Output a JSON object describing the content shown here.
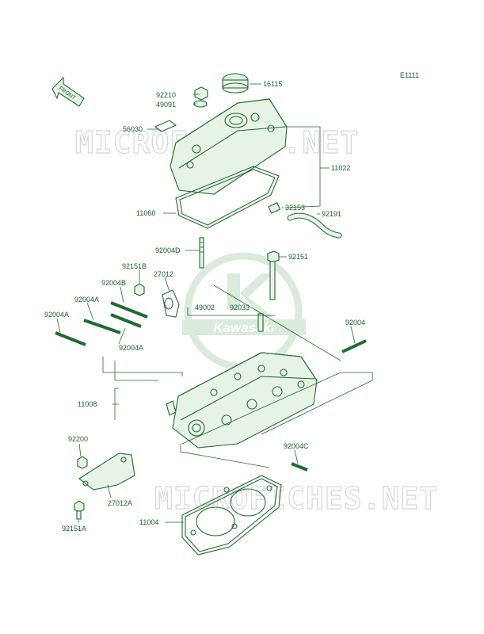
{
  "diagram_id": "E1111",
  "front_label": "FRONT",
  "watermark": "MICROFICHES.NET",
  "logo_text": "Kawasaki",
  "accent_color": "#1f6b2f",
  "parts": {
    "p16115": "16115",
    "p92210": "92210",
    "p49091": "49091",
    "p56030": "56030",
    "p11022": "11022",
    "p32153": "32153",
    "p11060": "11060",
    "p92191": "92191",
    "p92004D": "92004D",
    "p92151_top": "92151",
    "p92151B": "92151B",
    "p27012": "27012",
    "p92004B": "92004B",
    "p49002": "49002",
    "p92033": "92033",
    "p92004A_1": "92004A",
    "p92004A_2": "92004A",
    "p92004A_3": "92004A",
    "p92004": "92004",
    "p11008": "11008",
    "p92200": "92200",
    "p92004C": "92004C",
    "p27012A": "27012A",
    "p11004": "11004",
    "p92151A": "92151A"
  }
}
